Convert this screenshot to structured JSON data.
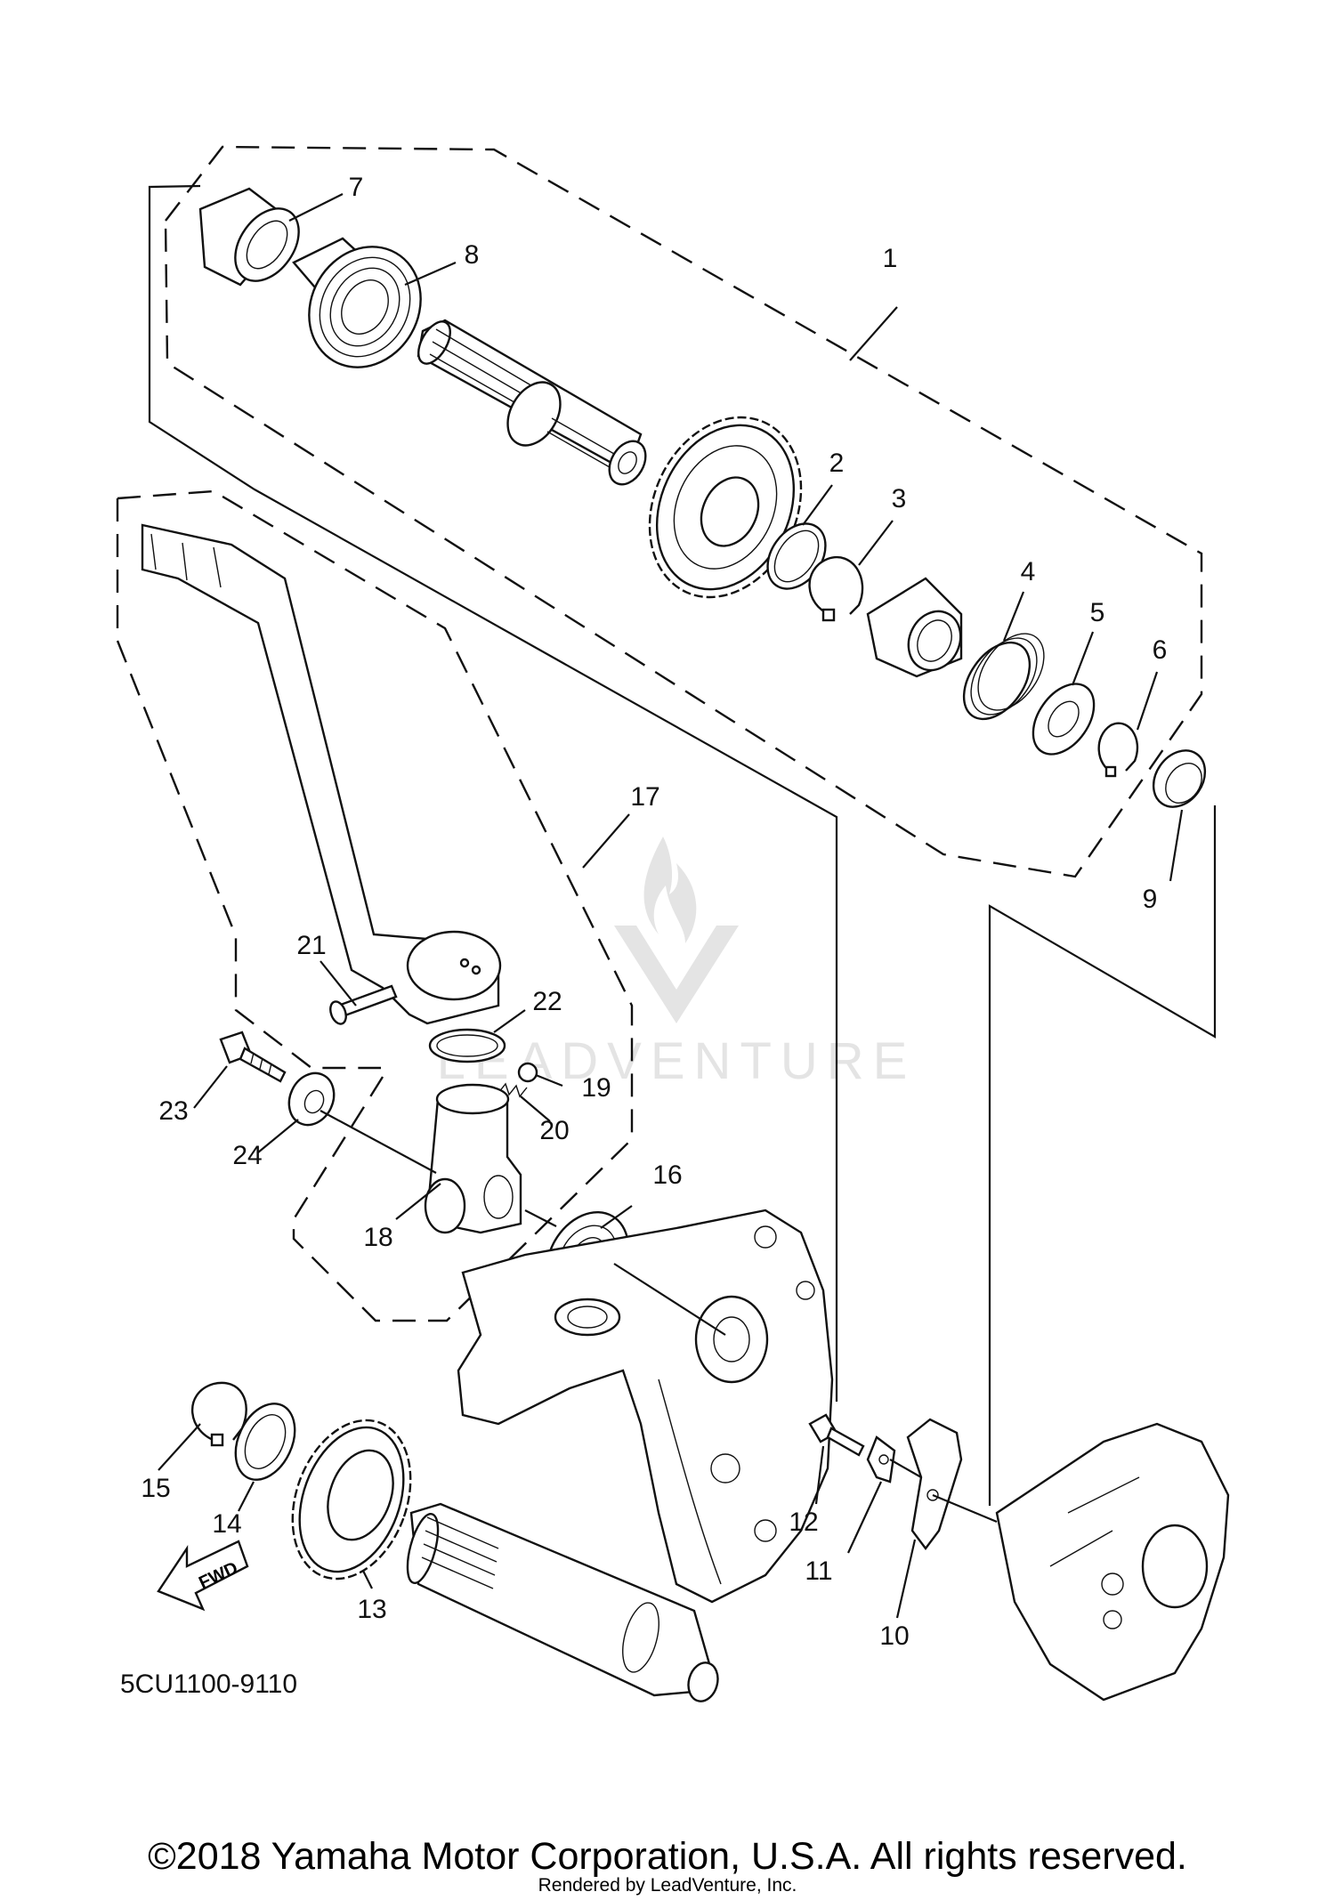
{
  "diagram": {
    "code": "5CU1100-9110",
    "fwd_label": "FWD",
    "watermark": "LEADVENTURE",
    "callouts": [
      {
        "id": "c1",
        "text": "1"
      },
      {
        "id": "c2",
        "text": "2"
      },
      {
        "id": "c3",
        "text": "3"
      },
      {
        "id": "c4",
        "text": "4"
      },
      {
        "id": "c5",
        "text": "5"
      },
      {
        "id": "c6",
        "text": "6"
      },
      {
        "id": "c7",
        "text": "7"
      },
      {
        "id": "c8",
        "text": "8"
      },
      {
        "id": "c9",
        "text": "9"
      },
      {
        "id": "c10",
        "text": "10"
      },
      {
        "id": "c11",
        "text": "11"
      },
      {
        "id": "c12",
        "text": "12"
      },
      {
        "id": "c13",
        "text": "13"
      },
      {
        "id": "c14",
        "text": "14"
      },
      {
        "id": "c15",
        "text": "15"
      },
      {
        "id": "c16",
        "text": "16"
      },
      {
        "id": "c17",
        "text": "17"
      },
      {
        "id": "c18",
        "text": "18"
      },
      {
        "id": "c19",
        "text": "19"
      },
      {
        "id": "c20",
        "text": "20"
      },
      {
        "id": "c21",
        "text": "21"
      },
      {
        "id": "c22",
        "text": "22"
      },
      {
        "id": "c23",
        "text": "23"
      },
      {
        "id": "c24",
        "text": "24"
      }
    ]
  },
  "footer": {
    "copyright": "©2018 Yamaha Motor Corporation, U.S.A. All rights reserved.",
    "rendered_by": "Rendered by LeadVenture, Inc."
  }
}
